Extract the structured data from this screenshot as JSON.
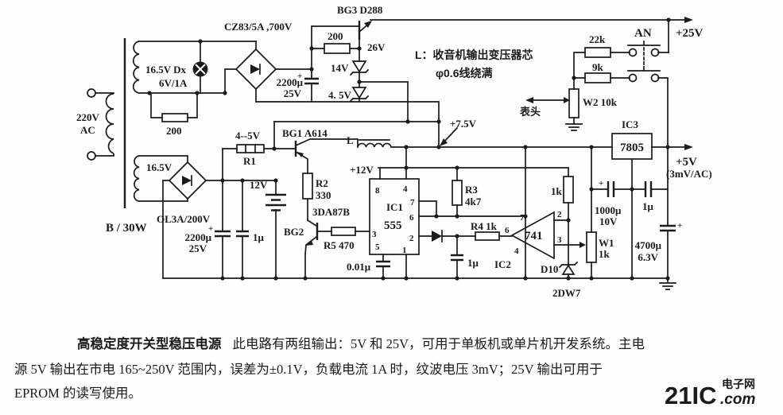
{
  "colors": {
    "ink": "#1b1b1b",
    "paper": "#fefefe",
    "watermark": "#e79a9a"
  },
  "labels": {
    "cz83": "CZ83/5A ,700V",
    "bg3": "BG3  D288",
    "r200_top": "200",
    "v26": "26V",
    "coil_note1": "L：收音机输出变压器芯",
    "coil_note2": "φ0.6线绕满",
    "z14": "14V",
    "z45": "4. 5V",
    "c2200a": "2200μ",
    "c2200a_v": "25V",
    "lamp": "16.5V Dx",
    "lamp2": "6V/1A",
    "vac": "220V",
    "vac2": "AC",
    "r200b": "200",
    "r22k": "22k",
    "r9k": "9k",
    "an": "AN",
    "v25": "+25V",
    "w2": "W2  10k",
    "meter": "表头",
    "ic3": "IC3",
    "ic3_part": "7805",
    "v5": "+5V",
    "v5_note": "(3mV/AC)",
    "v75": "+7.5V",
    "r1_v": "4--5V",
    "r1": "R1",
    "bg1": "BG1  A614",
    "l": "L",
    "batt": "12V",
    "r2": "R2",
    "r2_val": "330",
    "bg2_part": "3DA87B",
    "bg2": "BG2",
    "r5": "R5  470",
    "v12": "+12V",
    "ic1": "IC1",
    "ic1_part": "555",
    "p8": "8",
    "p4": "4",
    "p7": "7",
    "p6": "6",
    "p3": "3",
    "p2": "2",
    "p5": "5",
    "p1": "1",
    "r3": "R3",
    "r3_val": "4k7",
    "r4": "R4  1k",
    "op_p6": "6",
    "op_p7": "7",
    "op_p2": "2",
    "op_p3": "3",
    "op_p4": "4",
    "c1u_mid": "1μ",
    "ic2": "IC2",
    "ic2_part": "741",
    "r1k2": "1k",
    "d10": "D10",
    "d10_part": "2DW7",
    "w1": "W1",
    "w1_val": "1k",
    "c1000": "1000μ",
    "c1000_v": "10V",
    "c1u_right": "1μ",
    "c4700": "4700μ",
    "c4700_v": "6.3V",
    "sec2": "16.5V",
    "ol3a": "OL3A/200V",
    "b30": "B / 30W",
    "c2200b": "2200μ",
    "c2200b_v": "25V",
    "c1u_left": "1μ",
    "c001": "0.01μ",
    "plus": "+"
  },
  "caption": {
    "title": "高稳定度开关型稳压电源",
    "line1_rest": "此电路有两组输出：5V 和 25V，可用于单板机或单片机开发系统。主电",
    "line2": "源 5V 输出在市电 165~250V 范围内，误差为±0.1V，负载电流 1A 时，纹波电压 3mV；25V 输出可用于",
    "line3": "EPROM 的读写使用。"
  },
  "watermark": {
    "main": "21IC",
    "cn": "电子网",
    "com": ".com"
  }
}
